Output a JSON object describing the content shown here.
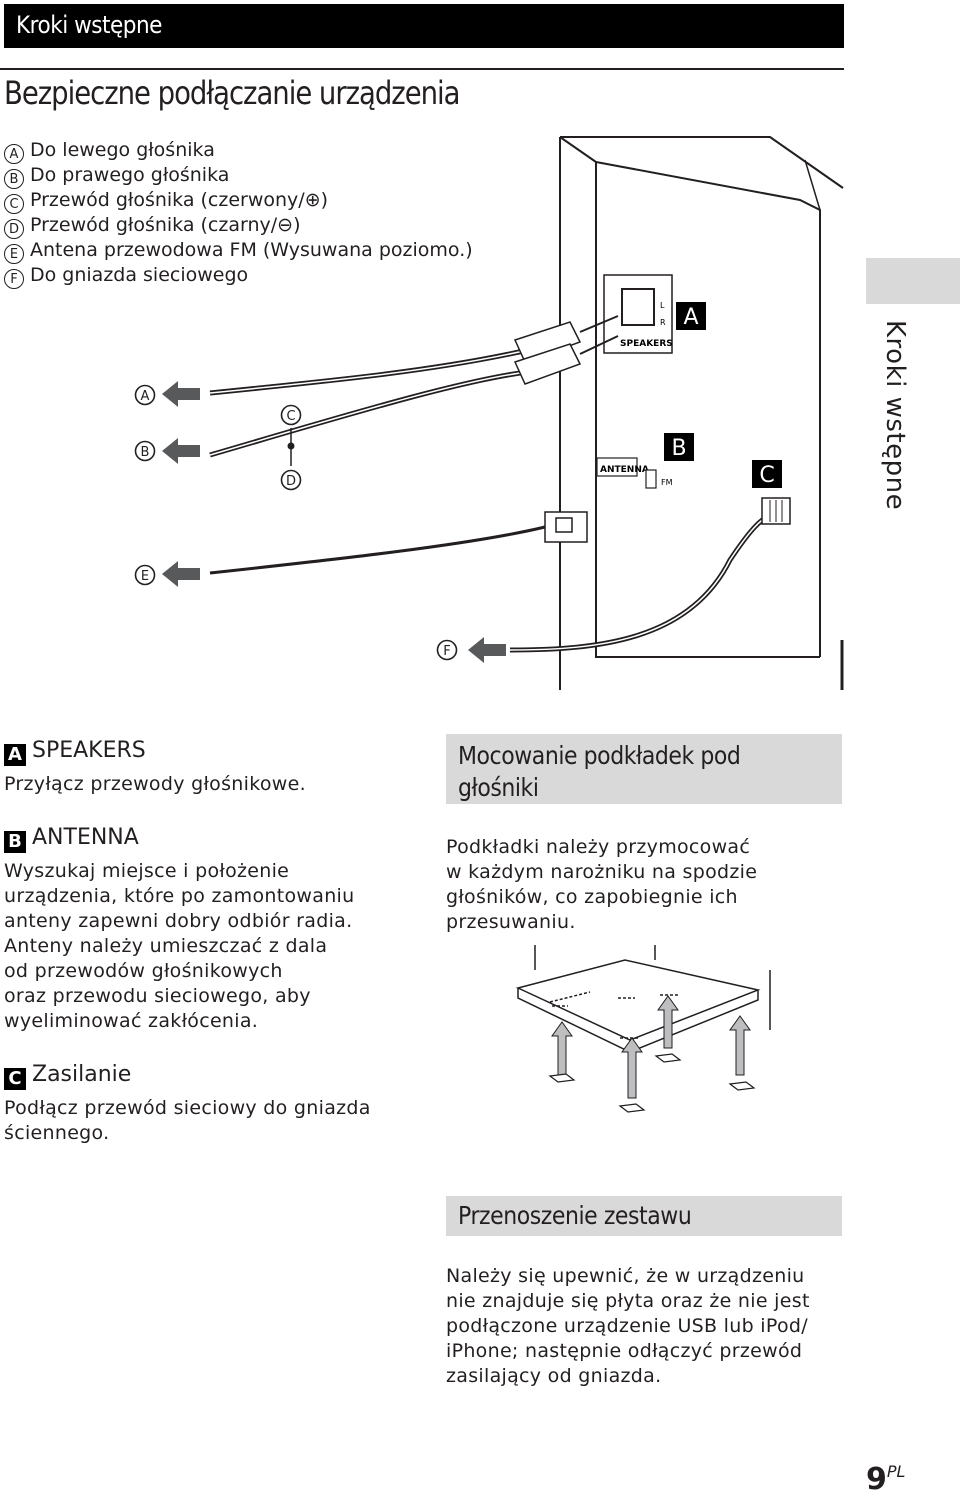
{
  "header": {
    "title": "Kroki wstępne"
  },
  "page_title": "Bezpieczne podłączanie urządzenia",
  "legend": [
    {
      "letter": "A",
      "text": "Do lewego głośnika"
    },
    {
      "letter": "B",
      "text": "Do prawego głośnika"
    },
    {
      "letter": "C",
      "text": "Przewód głośnika (czerwony/⊕)"
    },
    {
      "letter": "D",
      "text": "Przewód głośnika (czarny/⊖)"
    },
    {
      "letter": "E",
      "text": "Antena przewodowa FM (Wysuwana poziomo.)"
    },
    {
      "letter": "F",
      "text": "Do gniazda sieciowego"
    }
  ],
  "side_tab": "Kroki wstępne",
  "diagram": {
    "labels": {
      "a": "A",
      "b": "B",
      "c": "C",
      "d": "D",
      "e": "E",
      "f": "F"
    },
    "box_labels": {
      "a": "A",
      "b": "B",
      "c": "C"
    },
    "panel_text": {
      "speakers": "SPEAKERS",
      "antenna": "ANTENNA",
      "fm": "FM",
      "l": "L",
      "r": "R"
    }
  },
  "sections": {
    "a": {
      "letter": "A",
      "title": "SPEAKERS",
      "body": [
        "Przyłącz przewody głośnikowe."
      ]
    },
    "b": {
      "letter": "B",
      "title": "ANTENNA",
      "body": [
        "Wyszukaj miejsce i położenie",
        "urządzenia, które po zamontowaniu",
        "anteny zapewni dobry odbiór radia.",
        "Anteny należy umieszczać z dala",
        "od przewodów głośnikowych",
        "oraz przewodu sieciowego, aby",
        "wyeliminować zakłócenia."
      ]
    },
    "c": {
      "letter": "C",
      "title": "Zasilanie",
      "body": [
        "Podłącz przewód sieciowy do gniazda",
        "ściennego."
      ]
    }
  },
  "pads": {
    "title": [
      "Mocowanie podkładek pod",
      "głośniki"
    ],
    "body": [
      "Podkładki należy przymocować",
      "w każdym narożniku na spodzie",
      "głośników, co zapobiegnie ich",
      "przesuwaniu."
    ]
  },
  "moving": {
    "title": "Przenoszenie zestawu",
    "body": [
      "Należy się upewnić, że w urządzeniu",
      "nie znajduje się płyta oraz że nie jest",
      "podłączone urządzenie USB lub iPod/",
      "iPhone; następnie odłączyć przewód",
      "zasilający od gniazda."
    ]
  },
  "page_number": {
    "num": "9",
    "suffix": "PL"
  }
}
